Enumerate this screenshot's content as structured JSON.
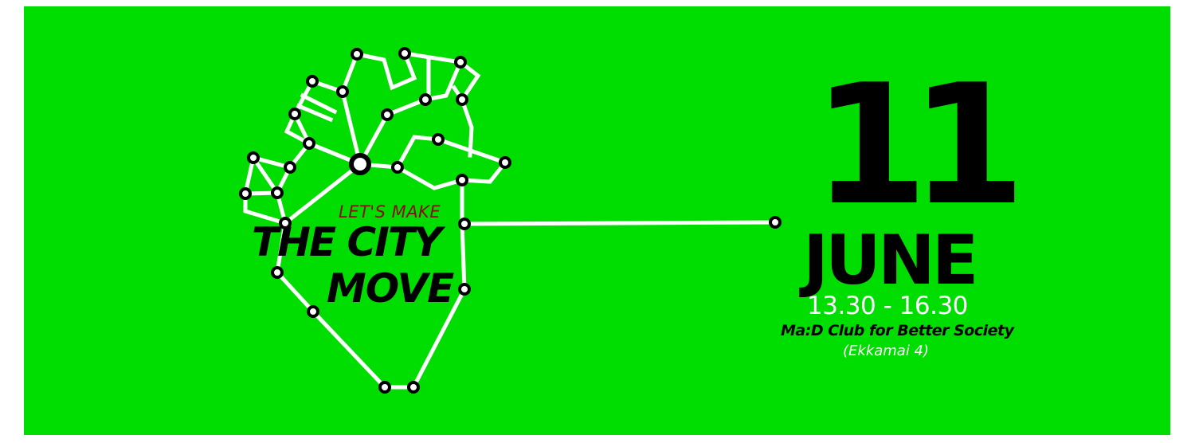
{
  "banner": {
    "background_color": "#00dd00",
    "line_color": "#ffffff",
    "node_outline_color": "#000000"
  },
  "headline": {
    "kicker": "LET'S MAKE",
    "line1": "THE CITY",
    "line2": "MOVE",
    "kicker_color": "#8a0d0d"
  },
  "event": {
    "day": "11",
    "month": "JUNE",
    "time": "13.30 - 16.30",
    "venue": "Ma:D Club for Better Society",
    "location": "(Ekkamai 4)"
  },
  "icons": {
    "logo": "heart-shaped-transit-map-icon"
  }
}
